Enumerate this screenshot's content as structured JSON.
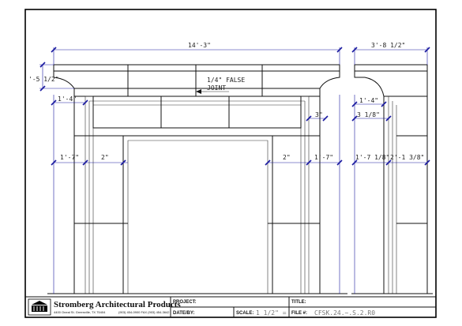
{
  "drawing": {
    "front_view": {
      "overall_width": "14'-3\"",
      "mantel_height": "'-5 1/2\"",
      "false_joint_line1": "1/4\" FALSE",
      "false_joint_line2": "JOINT",
      "leg_width_upper": "1'-4\"",
      "reveal": "3\"",
      "left_leg": "1'-7\"",
      "left_inner": "2\"",
      "right_inner": "2\"",
      "right_leg": "1'-7\""
    },
    "side_view": {
      "depth": "3'-8 1/2\"",
      "upper_dim": "1'-4\"",
      "upper_dim2": "3 1/8\"",
      "lower_left": "1'-7 1/8\"",
      "lower_right": "2'-1 3/8\""
    }
  },
  "title_block": {
    "company": "Stromberg Architectural Products",
    "address": "4400 Oneal St. Greenville, TX 75404",
    "phone": "(903) 454-0900   FAX (903) 454-3642",
    "project_label": "PROJECT:",
    "title_label": "TITLE:",
    "date_label": "DATE/BY:",
    "scale_label": "SCALE:",
    "scale_value": "1 1/2\" =",
    "file_label": "FILE #:",
    "file_value": "CFSK.24.~.S.2.R0"
  }
}
